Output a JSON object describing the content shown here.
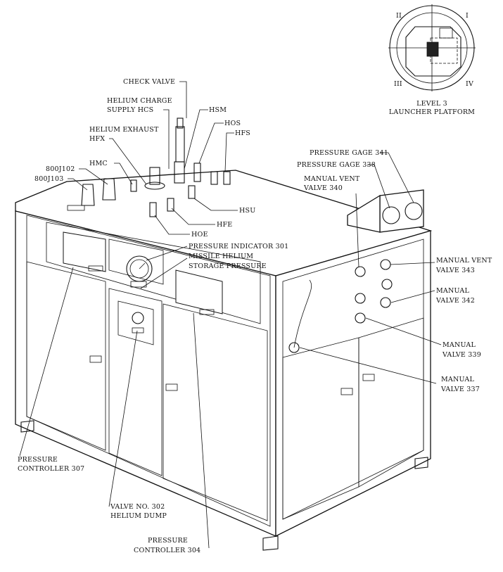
{
  "inset": {
    "quadrants": [
      "II",
      "I",
      "III",
      "IV"
    ],
    "caption_line1": "LEVEL 3",
    "caption_line2": "LAUNCHER PLATFORM"
  },
  "labels": {
    "check_valve": "CHECK VALVE",
    "helium_charge_1": "HELIUM CHARGE",
    "helium_charge_2": "SUPPLY HCS",
    "hsm": "HSM",
    "helium_exhaust_1": "HELIUM EXHAUST",
    "helium_exhaust_2": "HFX",
    "hos": "HOS",
    "hfs": "HFS",
    "hmc": "HMC",
    "j102": "800J102",
    "j103": "800J103",
    "hsu": "HSU",
    "hfe": "HFE",
    "hoe": "HOE",
    "pressure_gage_341": "PRESSURE GAGE 341",
    "pressure_gage_338": "PRESSURE GAGE 338",
    "manual_vent_340_1": "MANUAL VENT",
    "manual_vent_340_2": "VALVE 340",
    "pressure_indicator": "PRESSURE INDICATOR 301",
    "missile_helium_1": "MISSILE HELIUM",
    "missile_helium_2": "STORAGE PRESSURE",
    "manual_vent_343_1": "MANUAL VENT",
    "manual_vent_343_2": "VALVE 343",
    "manual_342_1": "MANUAL",
    "manual_342_2": "VALVE 342",
    "manual_339_1": "MANUAL",
    "manual_339_2": "VALVE 339",
    "manual_337_1": "MANUAL",
    "manual_337_2": "VALVE 337",
    "pc307_1": "PRESSURE",
    "pc307_2": "CONTROLLER 307",
    "valve302_1": "VALVE NO. 302",
    "valve302_2": "HELIUM DUMP",
    "pc304_1": "PRESSURE",
    "pc304_2": "CONTROLLER 304"
  }
}
